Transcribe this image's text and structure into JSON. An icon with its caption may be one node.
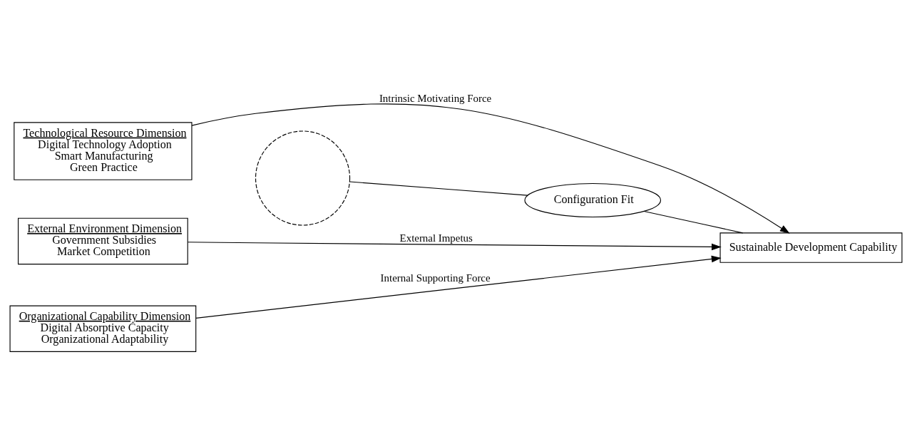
{
  "diagram": {
    "nodes": [
      {
        "text": [
          "Technological Resource Dimension",
          "Digital Technology Adoption",
          "Smart Manufacturing",
          "Green Practice"
        ]
      },
      {
        "text": [
          "External Environment Dimension",
          "Government Subsidies",
          "Market Competition"
        ]
      },
      {
        "text": [
          "Organizational Capability Dimension",
          "Digital Absorptive Capacity",
          "Organizational Adaptability"
        ]
      },
      {
        "text": [
          "Configuration Fit"
        ]
      },
      {
        "text": [
          "Sustainable Development Capability"
        ]
      },
      {
        "text": [],
        "shape": "circle"
      }
    ],
    "edges": [
      {
        "from": 5,
        "to": 3,
        "arrow": "none"
      },
      {
        "from": 3,
        "to": 4,
        "arrow": "none"
      },
      {
        "from": 0,
        "to": 4,
        "arrow": "to",
        "label": "Intrinsic Motivating Force"
      },
      {
        "from": 2,
        "to": 4,
        "arrow": "to",
        "label": "Internal Supporting Force"
      },
      {
        "from": 1,
        "to": 4,
        "arrow": "to",
        "label": "External Impetus"
      }
    ]
  }
}
